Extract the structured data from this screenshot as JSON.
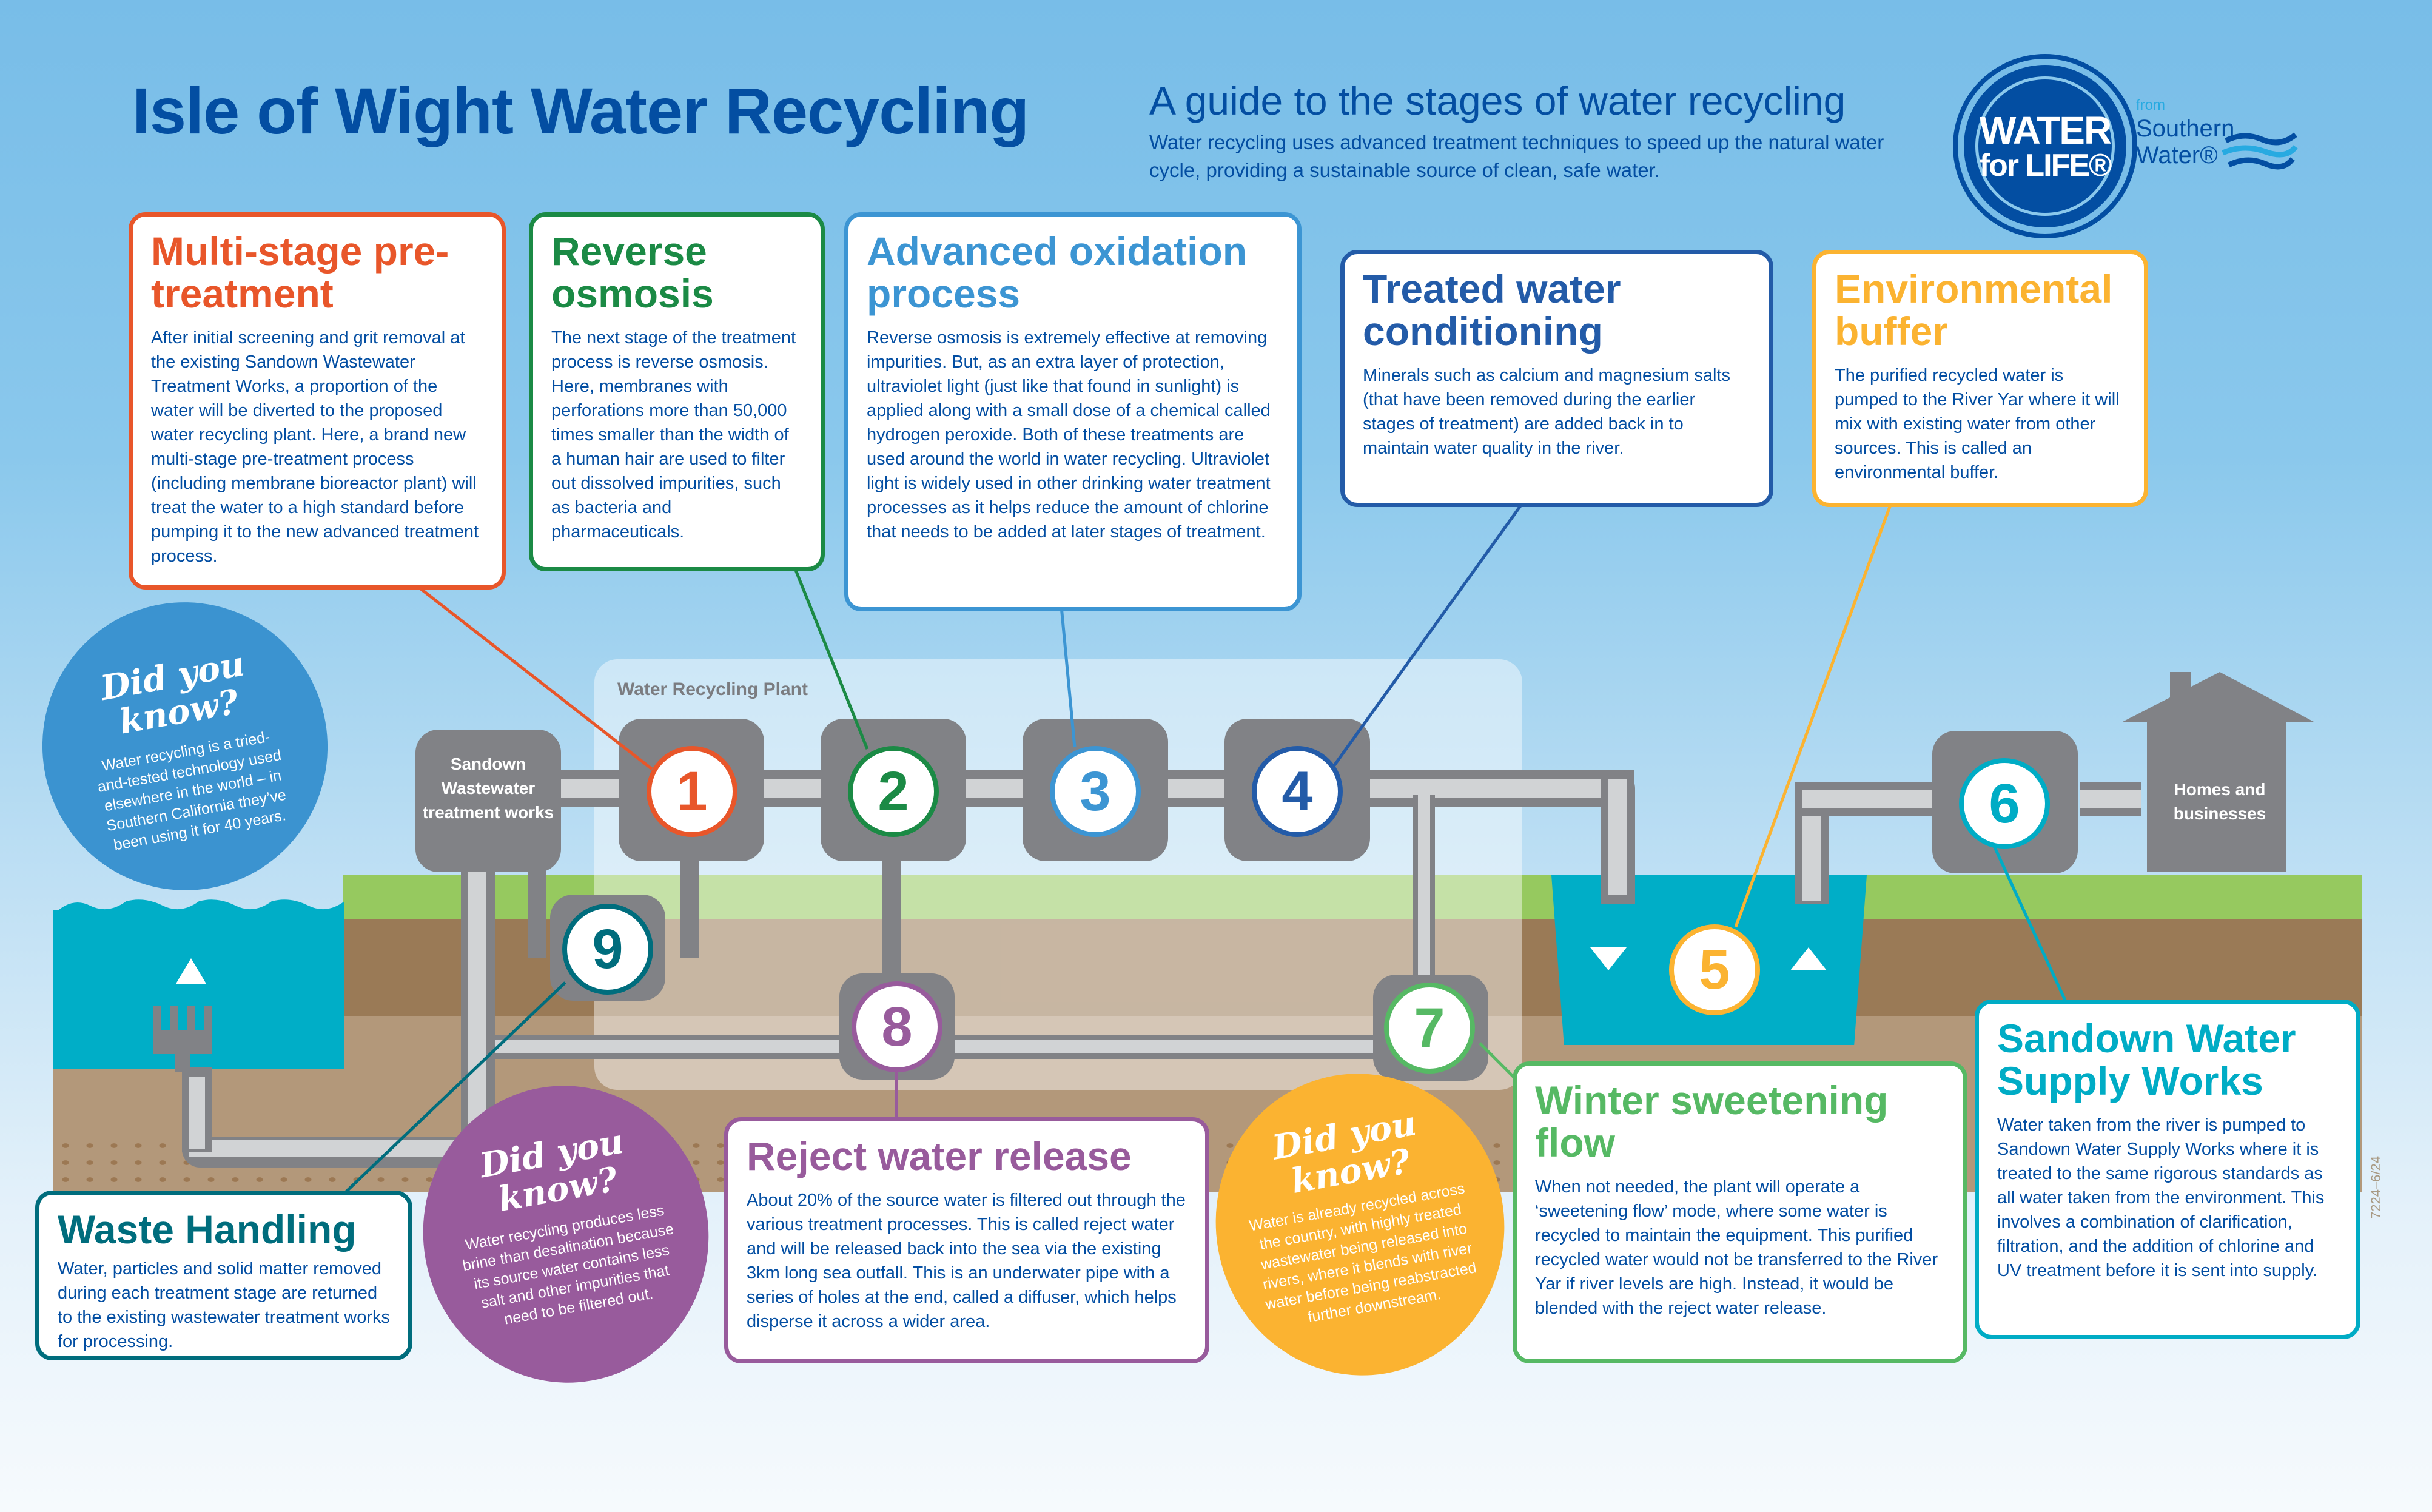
{
  "header": {
    "title": "Isle of Wight Water Recycling",
    "subtitle": "A guide to the stages of water recycling",
    "intro": "Water recycling uses advanced treatment techniques to speed up the natural water cycle, providing a sustainable source of clean, safe water."
  },
  "logo": {
    "water_line": "WATER",
    "life_line": "for LIFE®",
    "from": "from",
    "brand": "Southern Water®"
  },
  "colors": {
    "orange": "#e8562a",
    "green_dark": "#1b8a45",
    "blue_light": "#3c95d3",
    "blue_dark": "#235ba8",
    "yellow": "#fbb331",
    "teal": "#00acc5",
    "green_light": "#56b964",
    "purple": "#985b9c",
    "teal_dark": "#006d7d",
    "text_blue": "#034ea2",
    "grey": "#818286"
  },
  "cards": {
    "pretreatment": {
      "title": "Multi-stage pre-treatment",
      "body": "After initial screening and grit removal at the existing Sandown Wastewater Treatment Works, a proportion of the water will be diverted to the proposed water recycling plant. Here, a brand new multi-stage pre-treatment process (including membrane bioreactor plant) will treat the water to a high standard before pumping it to the new advanced treatment process."
    },
    "reverse_osmosis": {
      "title": "Reverse osmosis",
      "body": "The next stage of the treatment process is reverse osmosis. Here, membranes with perforations more than 50,000 times smaller than the width of a human hair are used to filter out dissolved impurities, such as bacteria and pharmaceuticals."
    },
    "oxidation": {
      "title": "Advanced oxidation process",
      "body": "Reverse osmosis is extremely effective at removing impurities. But, as an extra layer of protection, ultraviolet light (just like that found in sunlight) is applied along with a small dose of a chemical called hydrogen peroxide. Both of these treatments are used around the world in water recycling. Ultraviolet light is widely used in other drinking water treatment processes as it helps reduce the amount of chlorine that needs to be added at later stages of treatment."
    },
    "conditioning": {
      "title": "Treated water conditioning",
      "body": "Minerals such as calcium and magnesium salts (that have been removed during the earlier stages of treatment) are added back in to maintain water quality in the river."
    },
    "buffer": {
      "title": "Environmental buffer",
      "body": "The purified recycled water is pumped to the River Yar where it will mix with existing water from other sources. This is called an environmental buffer."
    },
    "supply_works": {
      "title": "Sandown Water Supply Works",
      "body": "Water taken from the river is pumped to Sandown Water Supply Works where it is treated to the same rigorous standards as all water taken from the environment. This involves a combination of clarification, filtration, and the addition of chlorine and UV treatment before it is sent into supply."
    },
    "winter": {
      "title": "Winter sweetening flow",
      "body": "When not needed, the plant will operate a ‘sweetening flow’ mode, where some water is recycled to maintain the equipment. This purified recycled water would not be transferred to the River Yar if river levels are high. Instead, it would be blended with the reject water release."
    },
    "reject": {
      "title": "Reject water release",
      "body": "About 20% of the source water is filtered out through the various treatment processes. This is called reject water and will be released back into the sea via the existing 3km long sea outfall. This is an underwater pipe with a series of holes at the end, called a diffuser, which helps disperse it across a wider area."
    },
    "waste": {
      "title": "Waste Handling",
      "body": "Water, particles and solid matter removed during each treatment stage are returned to the existing wastewater treatment works for processing."
    }
  },
  "did_you_know": [
    {
      "heading": "Did you know?",
      "body": "Water recycling is a tried-and-tested technology used elsewhere in the world – in Southern California they’ve been using it for 40 years."
    },
    {
      "heading": "Did you know?",
      "body": "Water recycling produces less brine than desalination because its source water contains less salt and other impurities that need to be filtered out."
    },
    {
      "heading": "Did you know?",
      "body": "Water is already recycled across the country, with highly treated wastewater being released into rivers, where it blends with river water before being reabstracted further downstream."
    }
  ],
  "diagram": {
    "plant_label": "Water Recycling Plant",
    "wastewater_works": "Sandown Wastewater treatment works",
    "homes": "Homes and businesses",
    "stages": [
      "1",
      "2",
      "3",
      "4",
      "5",
      "6",
      "7",
      "8",
      "9"
    ],
    "code": "7224–6/24"
  }
}
